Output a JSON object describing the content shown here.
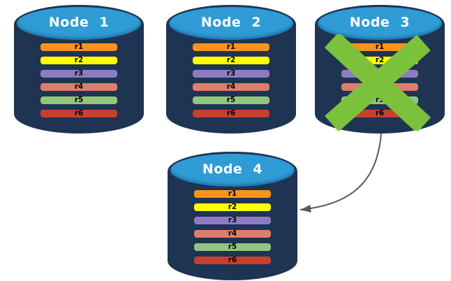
{
  "diagram": {
    "type": "database-replication-failover",
    "background": "#FFFFFF",
    "nodes": [
      {
        "label": "Node 1",
        "failed": false,
        "rows": [
          "r1",
          "r2",
          "r3",
          "r4",
          "r5",
          "r6"
        ]
      },
      {
        "label": "Node 2",
        "failed": false,
        "rows": [
          "r1",
          "r2",
          "r3",
          "r4",
          "r5",
          "r6"
        ]
      },
      {
        "label": "Node 3",
        "failed": true,
        "rows": [
          "r1",
          "r2",
          "r3",
          "r4",
          "r5",
          "r6"
        ]
      },
      {
        "label": "Node 4",
        "failed": false,
        "rows": [
          "r1",
          "r2",
          "r3",
          "r4",
          "r5",
          "r6"
        ]
      }
    ],
    "row_colors": {
      "r1": "#F7941E",
      "r2": "#FFFF00",
      "r3": "#8E7CC3",
      "r4": "#DD7E6B",
      "r5": "#93C47D",
      "r6": "#C7402E"
    },
    "colors": {
      "cylinder_body": "#1F3353",
      "cylinder_top": "#2F9CD6",
      "node_label_text": "#FFFFFF",
      "row_label_text": "#000000",
      "failure_x": "#7CC13C",
      "arrow": "#595959"
    },
    "failover_arrow": {
      "from": "Node 3",
      "to": "Node 4"
    }
  }
}
